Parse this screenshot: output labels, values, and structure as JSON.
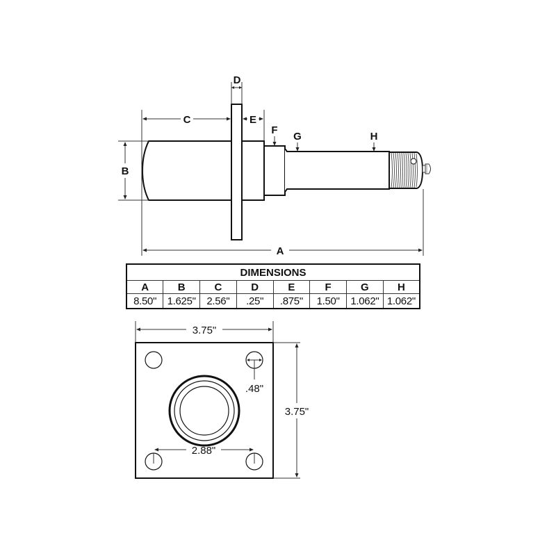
{
  "side_view": {
    "labels": {
      "A": "A",
      "B": "B",
      "C": "C",
      "D": "D",
      "E": "E",
      "F": "F",
      "G": "G",
      "H": "H"
    },
    "features": [
      "flanged-spindle-body",
      "mounting-flange",
      "collar",
      "shoulder-F",
      "shaft-G",
      "threaded-end",
      "cotter-pin-hole",
      "grease-fitting"
    ]
  },
  "dimensions_table": {
    "title": "DIMENSIONS",
    "columns": [
      {
        "key": "A",
        "value": "8.50\""
      },
      {
        "key": "B",
        "value": "1.625\""
      },
      {
        "key": "C",
        "value": "2.56\""
      },
      {
        "key": "D",
        "value": ".25\""
      },
      {
        "key": "E",
        "value": ".875\""
      },
      {
        "key": "F",
        "value": "1.50\""
      },
      {
        "key": "G",
        "value": "1.062\""
      },
      {
        "key": "H",
        "value": "1.062\""
      }
    ]
  },
  "flange_view": {
    "width_label": "3.75\"",
    "height_label": "3.75\"",
    "bolt_spacing_label": "2.88\"",
    "hole_diameter_label": ".48\"",
    "bolt_holes": 4
  },
  "colors": {
    "line": "#111111",
    "dimension_line": "#333333",
    "background": "#ffffff"
  }
}
